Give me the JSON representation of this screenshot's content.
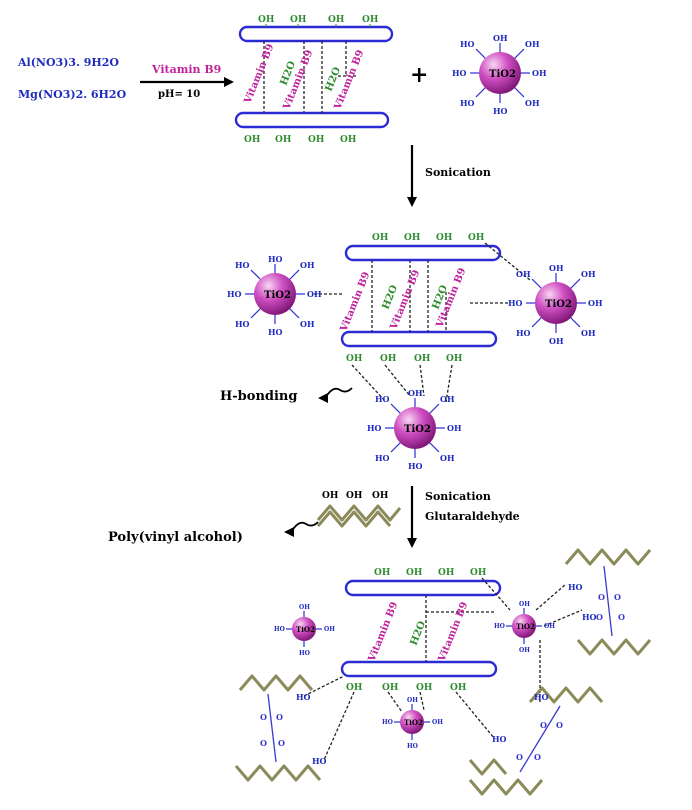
{
  "reactants": {
    "al_salt": "Al(NO3)3. 9H2O",
    "mg_salt": "Mg(NO3)2. 6H2O"
  },
  "step1": {
    "reagent": "Vitamin B9",
    "condition": "pH= 10"
  },
  "plus": "+",
  "labels": {
    "oh": "OH",
    "ho": "HO",
    "vitamin": "Vitamin B9",
    "water": "H2O",
    "tio2": "TiO2",
    "o": "O"
  },
  "step2": {
    "condition": "Sonication"
  },
  "callouts": {
    "hbond": "H-bonding",
    "pva": "Poly(vinyl alcohol)"
  },
  "step3": {
    "condition1": "Sonication",
    "condition2": "Glutaraldehyde"
  },
  "colors": {
    "layer_blue": "#2b2bd6",
    "hydroxyl_green": "#2e8b2e",
    "vitamin_magenta": "#c0229c",
    "tio2_sphere": "#c23bb4",
    "pva_chain": "#8b8a5a"
  }
}
